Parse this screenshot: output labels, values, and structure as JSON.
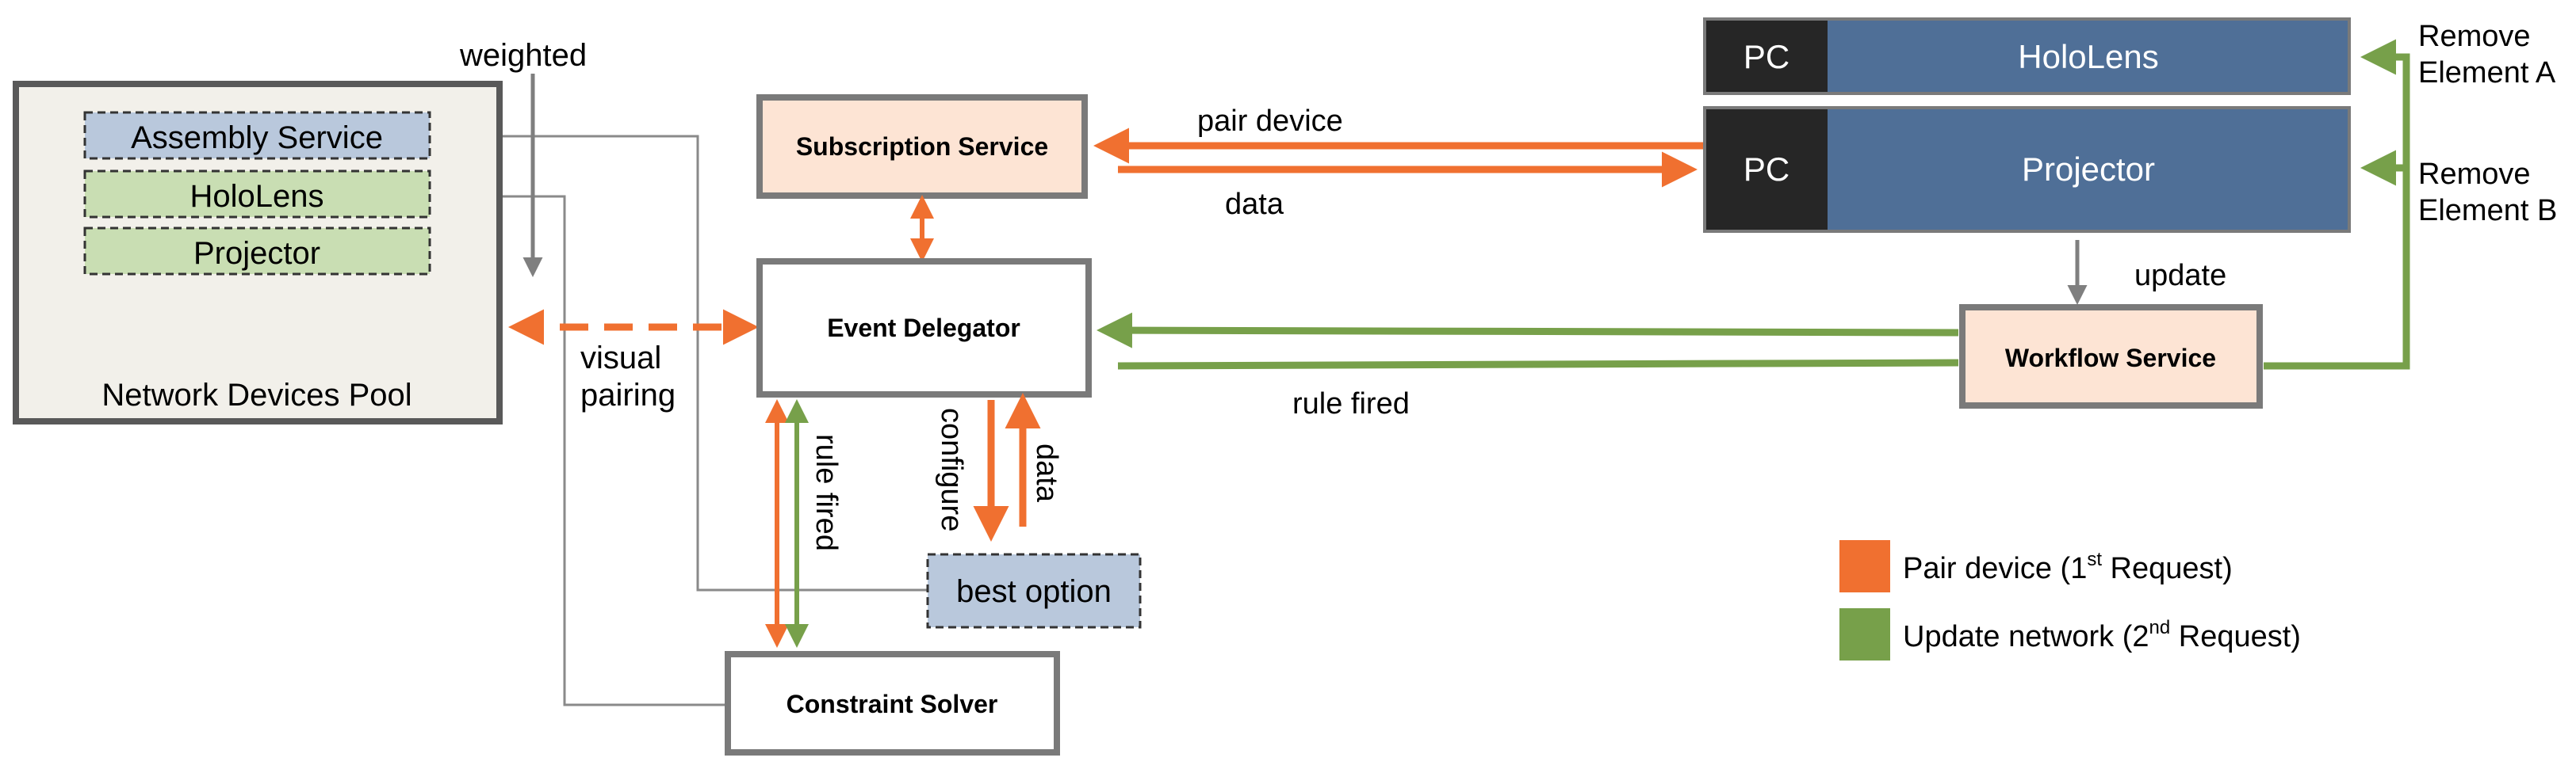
{
  "colors": {
    "orange": "#f07030",
    "green": "#77a04a",
    "gray": "#7f7f7f",
    "blue_box": "#4f6f97",
    "dark_pc": "#262626",
    "peach": "#fde4d4",
    "pool_fill": "#f2f0ea",
    "light_blue": "#b9c8dc",
    "light_green": "#c9deb3",
    "box_border": "#7a7a7a"
  },
  "pool": {
    "title": "Network Devices Pool",
    "items": [
      "Assembly Service",
      "HoloLens",
      "Projector"
    ]
  },
  "labels": {
    "weighted": "weighted",
    "visual": "visual",
    "pairing": "pairing",
    "pair_device": "pair device",
    "data_top": "data",
    "update": "update",
    "rule_fired_h": "rule fired",
    "rule_fired_v": "rule fired",
    "configure": "configure",
    "data_v": "data",
    "remove_a_line1": "Remove",
    "remove_a_line2": "Element A",
    "remove_b_line1": "Remove",
    "remove_b_line2": "Element B"
  },
  "services": {
    "subscription": "Subscription Service",
    "event_delegator": "Event Delegator",
    "workflow": "Workflow Service",
    "constraint_solver": "Constraint Solver",
    "best_option": "best option"
  },
  "devices": [
    {
      "pc": "PC",
      "name": "HoloLens"
    },
    {
      "pc": "PC",
      "name": "Projector"
    }
  ],
  "legend": [
    {
      "color": "#f07030",
      "text": "Pair device (1",
      "sup": "st",
      "tail": " Request)"
    },
    {
      "color": "#77a04a",
      "text": "Update network (2",
      "sup": "nd",
      "tail": " Request)"
    }
  ]
}
